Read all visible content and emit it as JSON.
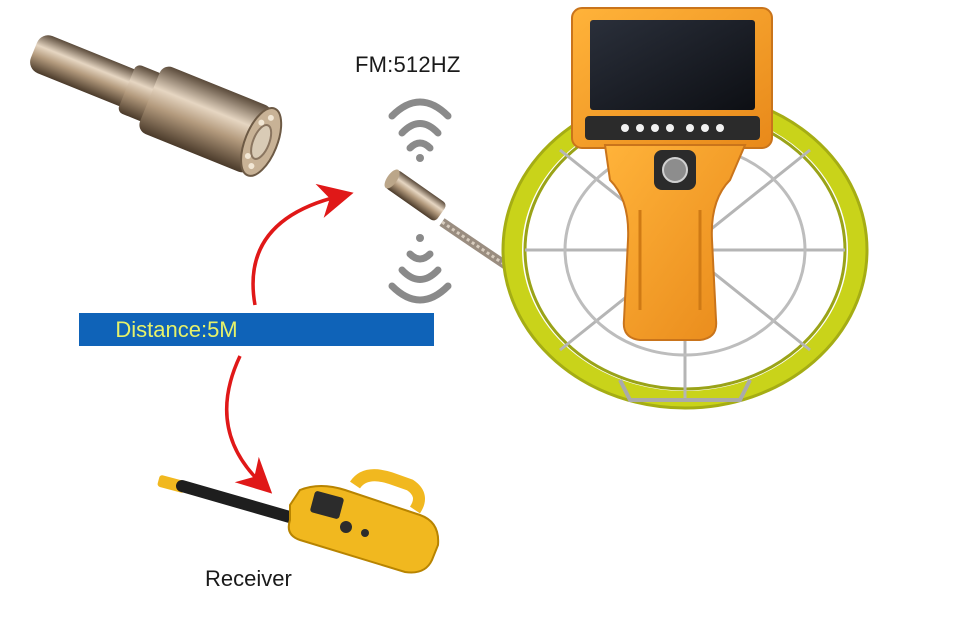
{
  "labels": {
    "frequency": "FM:512HZ",
    "distance": "Distance:5M",
    "receiver": "Receiver"
  },
  "colors": {
    "distance_bar": "#0f63b8",
    "distance_text": "#e6f26a",
    "arrow": "#e01818",
    "device_body": "#f5a623",
    "cable": "#c9d31a",
    "signal_waves": "#8a8a8a"
  },
  "icons": [
    "camera-head-image",
    "signal-wave-icon",
    "pipe-inspection-monitor",
    "cable-reel",
    "receiver-locator",
    "arrow-icon"
  ]
}
